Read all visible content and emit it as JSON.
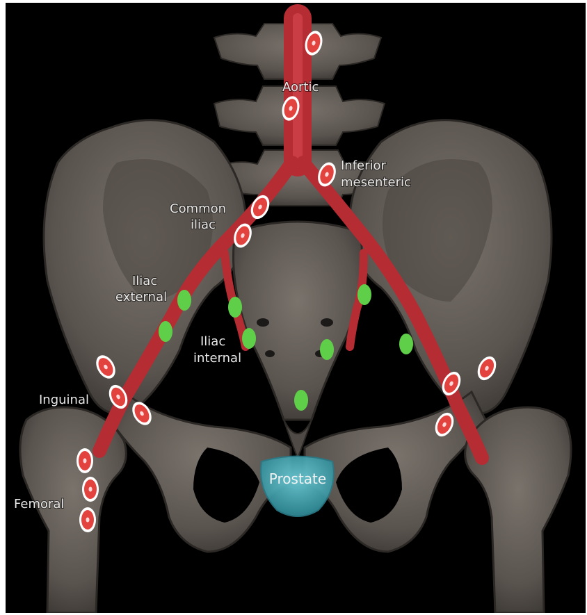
{
  "labels": {
    "aortic": "Aortic",
    "inferior_mesenteric_1": "Inferior",
    "inferior_mesenteric_2": "mesenteric",
    "common_iliac_1": "Common",
    "common_iliac_2": "iliac",
    "iliac_external_1": "Iliac",
    "iliac_external_2": "external",
    "iliac_internal_1": "Iliac",
    "iliac_internal_2": "internal",
    "inguinal": "Inguinal",
    "femoral": "Femoral",
    "prostate": "Prostate"
  },
  "colors": {
    "background": "#000000",
    "bone": "#5f5953",
    "artery": "#c8363d",
    "node_red_fill": "#e2433f",
    "node_red_ring": "#ffffff",
    "node_green": "#5fcf4a",
    "prostate": "#4fb3c0",
    "label_text": "#e8e8e8"
  },
  "legend_groups": {
    "red_nodes": "red-lymph-node-icon",
    "green_nodes": "green-lymph-node-icon"
  }
}
